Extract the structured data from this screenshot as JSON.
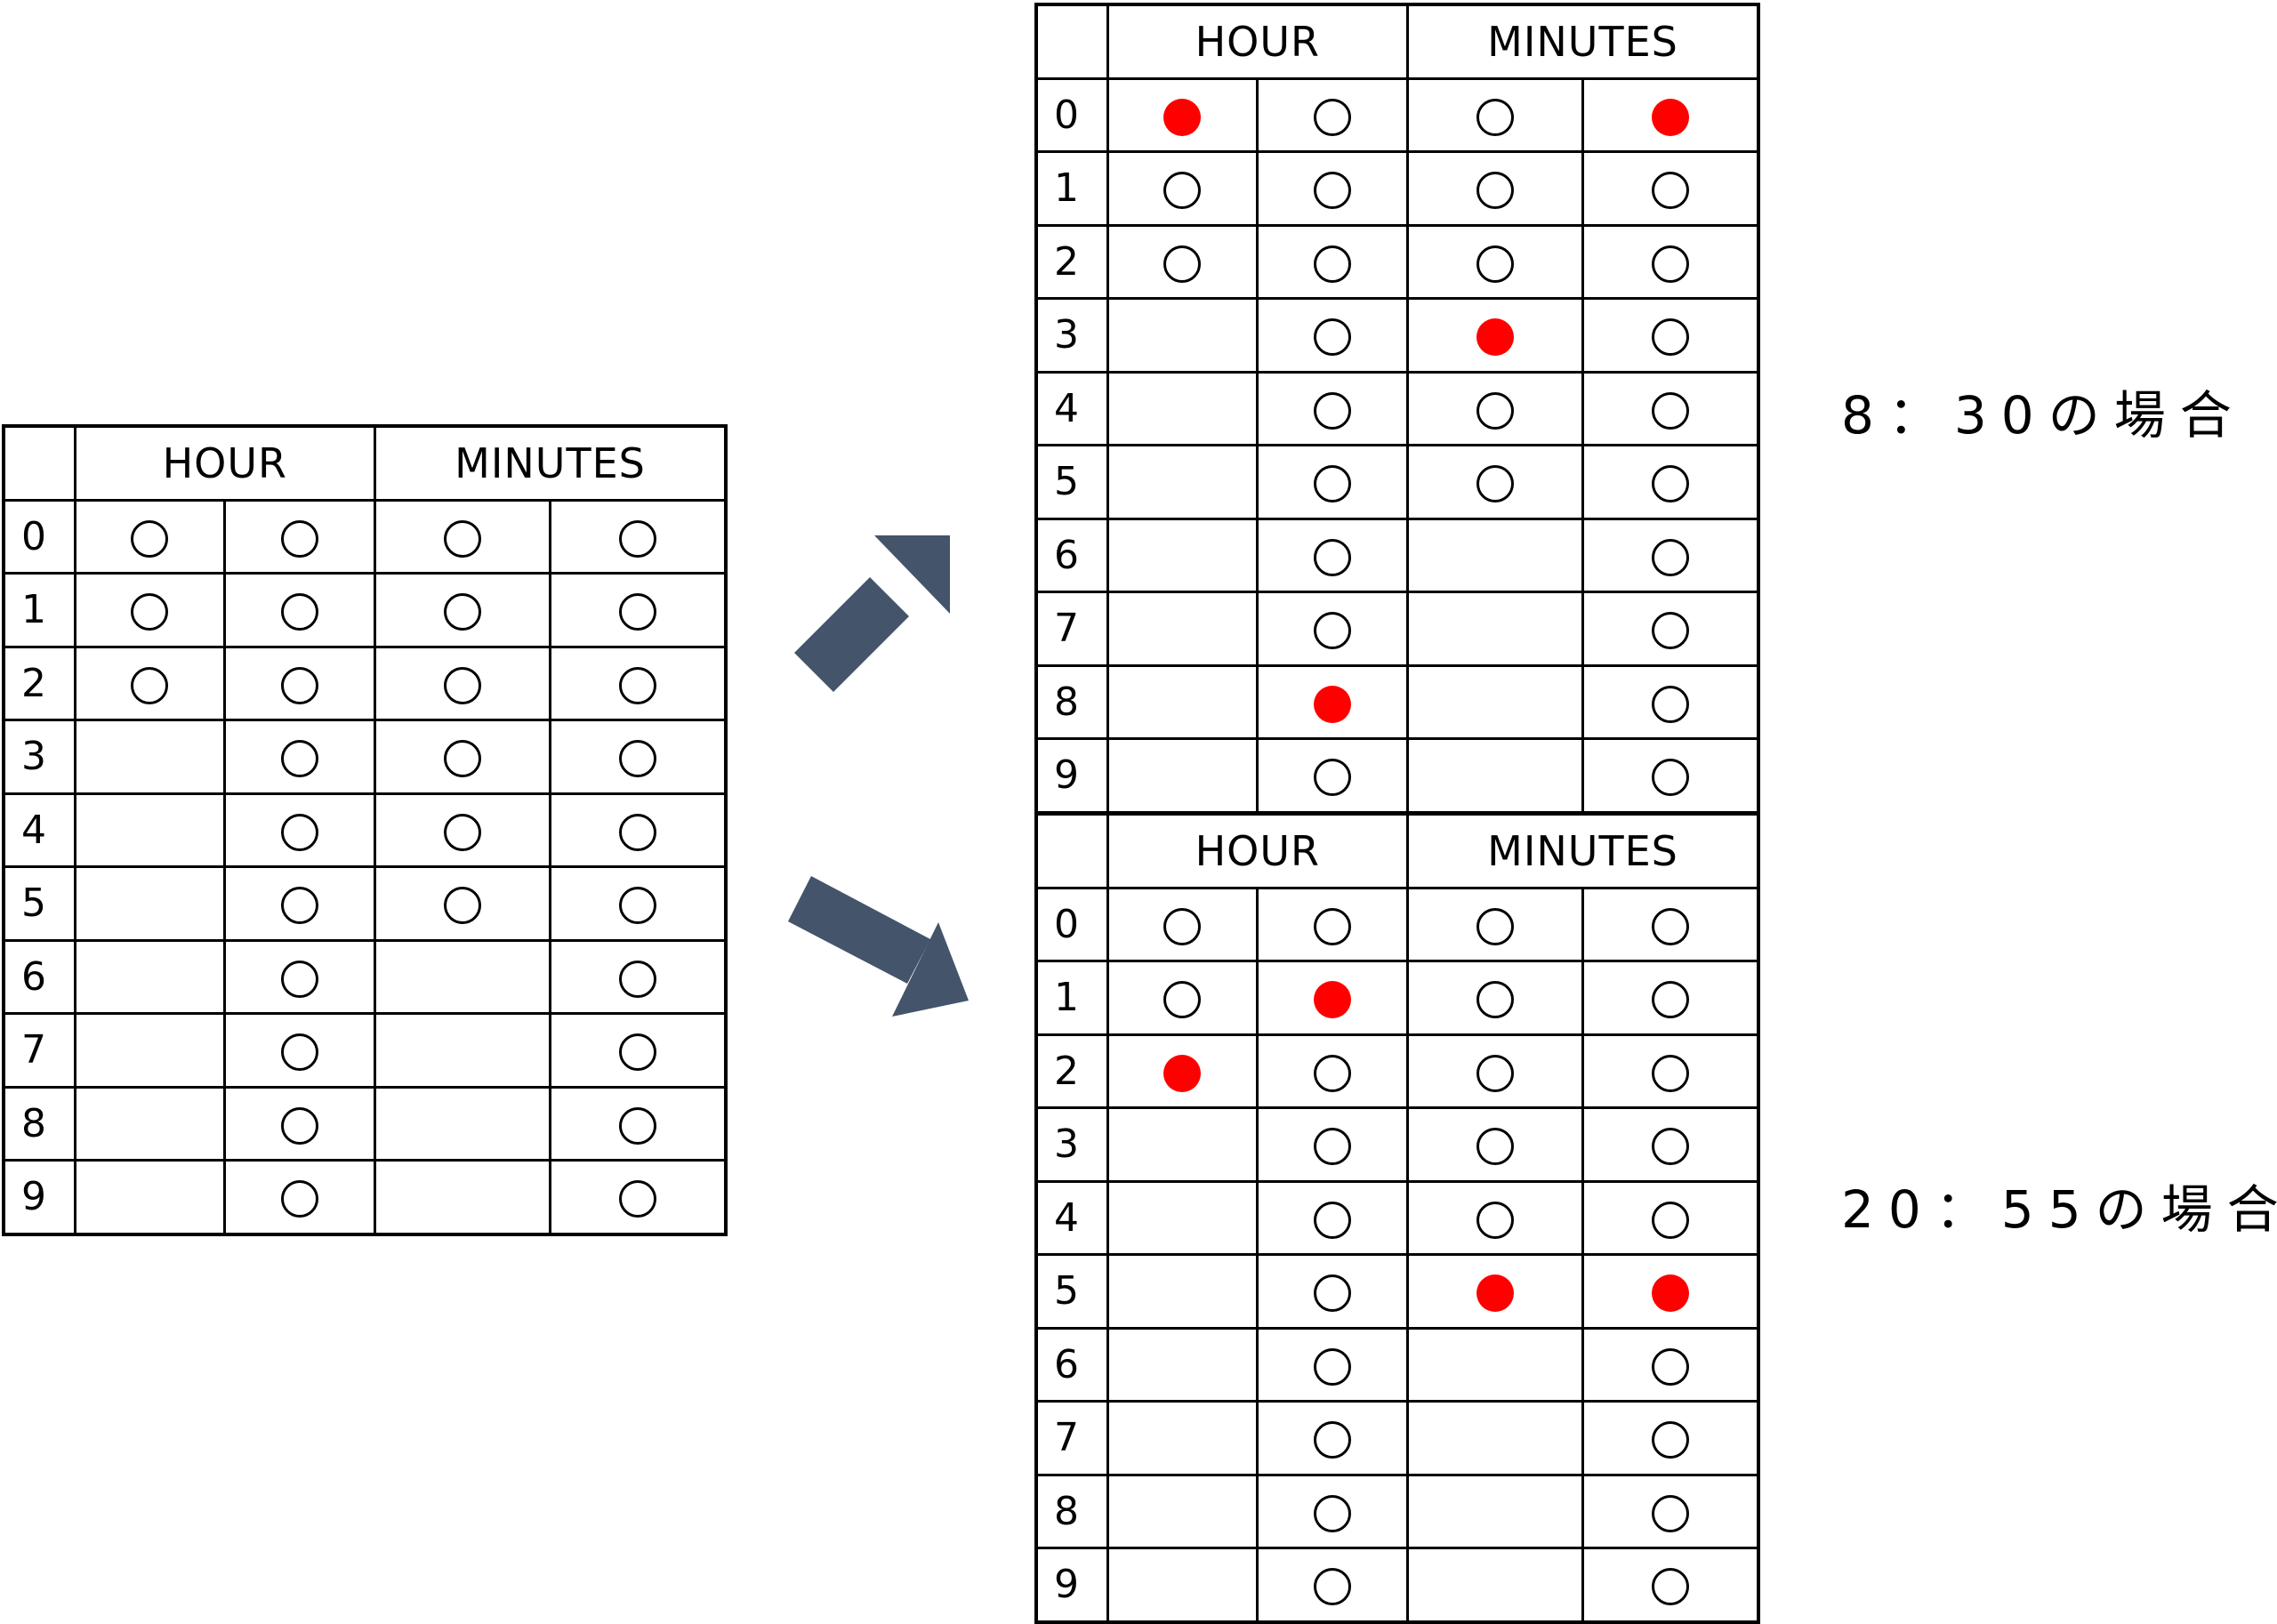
{
  "header": {
    "hour_label": "HOUR",
    "minutes_label": "MINUTES"
  },
  "row_labels": [
    "0",
    "1",
    "2",
    "3",
    "4",
    "5",
    "6",
    "7",
    "8",
    "9"
  ],
  "grid_capacity": [
    3,
    10,
    6,
    10
  ],
  "tables": [
    {
      "name": "blank",
      "lit": [
        null,
        null,
        null,
        null
      ]
    },
    {
      "name": "example-8-30",
      "lit": [
        0,
        8,
        3,
        0
      ]
    },
    {
      "name": "example-20-55",
      "lit": [
        2,
        1,
        5,
        5
      ]
    }
  ],
  "captions": {
    "top": "8：30の場合",
    "bottom": "20：55の場合"
  },
  "colors": {
    "lit": "#ff0000",
    "arrow": "#44546a",
    "line": "#000000"
  }
}
